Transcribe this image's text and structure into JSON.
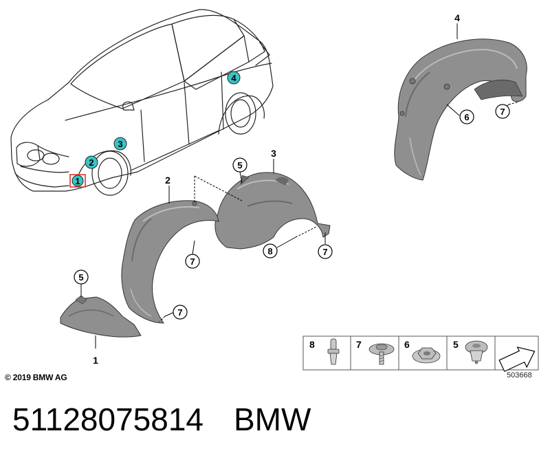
{
  "callouts": {
    "car": [
      "1",
      "2",
      "3",
      "4"
    ],
    "parts": {
      "p1": "1",
      "p2": "2",
      "p3": "3",
      "p4": "4",
      "c5a": "5",
      "c5b": "5",
      "c6": "6",
      "c7a": "7",
      "c7b": "7",
      "c7c": "7",
      "c7d": "7",
      "c8": "8"
    }
  },
  "legend": {
    "items": [
      "8",
      "7",
      "6",
      "5"
    ]
  },
  "copyright": "© 2019 BMW AG",
  "diagram_number": "503668",
  "footer": {
    "part_number": "51128075814",
    "brand": "BMW"
  },
  "colors": {
    "callout_fill": "#39c4c4",
    "highlight_border": "#e0312e",
    "part_fill": "#8f8f8f",
    "part_dark": "#6a6a6a"
  }
}
